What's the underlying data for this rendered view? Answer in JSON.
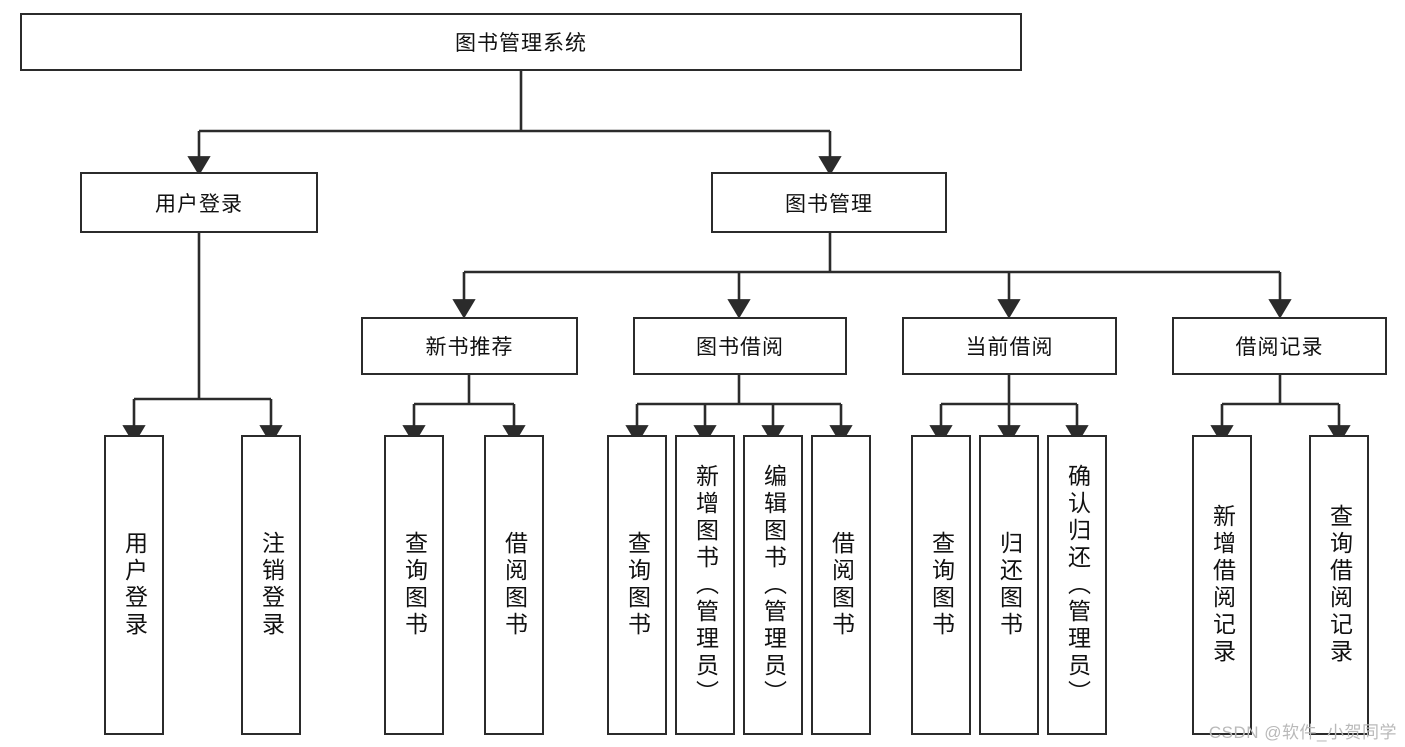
{
  "diagram": {
    "type": "tree",
    "title": "图书管理系统",
    "orientation": "top-down",
    "colors": {
      "box_border": "#2b2b2b",
      "box_fill": "#ffffff",
      "edge": "#2b2b2b",
      "text": "#111111",
      "watermark": "#b9b9b9"
    }
  },
  "root": {
    "label": "图书管理系统"
  },
  "level1": [
    {
      "label": "用户登录"
    },
    {
      "label": "图书管理"
    }
  ],
  "level2": [
    {
      "label": "新书推荐"
    },
    {
      "label": "图书借阅"
    },
    {
      "label": "当前借阅"
    },
    {
      "label": "借阅记录"
    }
  ],
  "leaves": {
    "user_login": [
      {
        "label": "用户登录"
      },
      {
        "label": "注销登录"
      }
    ],
    "new_book_recommend": [
      {
        "label": "查询图书"
      },
      {
        "label": "借阅图书"
      }
    ],
    "book_borrow": [
      {
        "label": "查询图书"
      },
      {
        "label": "新增图书（管理员）"
      },
      {
        "label": "编辑图书（管理员）"
      },
      {
        "label": "借阅图书"
      }
    ],
    "current_borrow": [
      {
        "label": "查询图书"
      },
      {
        "label": "归还图书"
      },
      {
        "label": "确认归还（管理员）"
      }
    ],
    "borrow_record": [
      {
        "label": "新增借阅记录"
      },
      {
        "label": "查询借阅记录"
      }
    ]
  },
  "watermark": {
    "text": "CSDN @软件_小贺同学"
  }
}
